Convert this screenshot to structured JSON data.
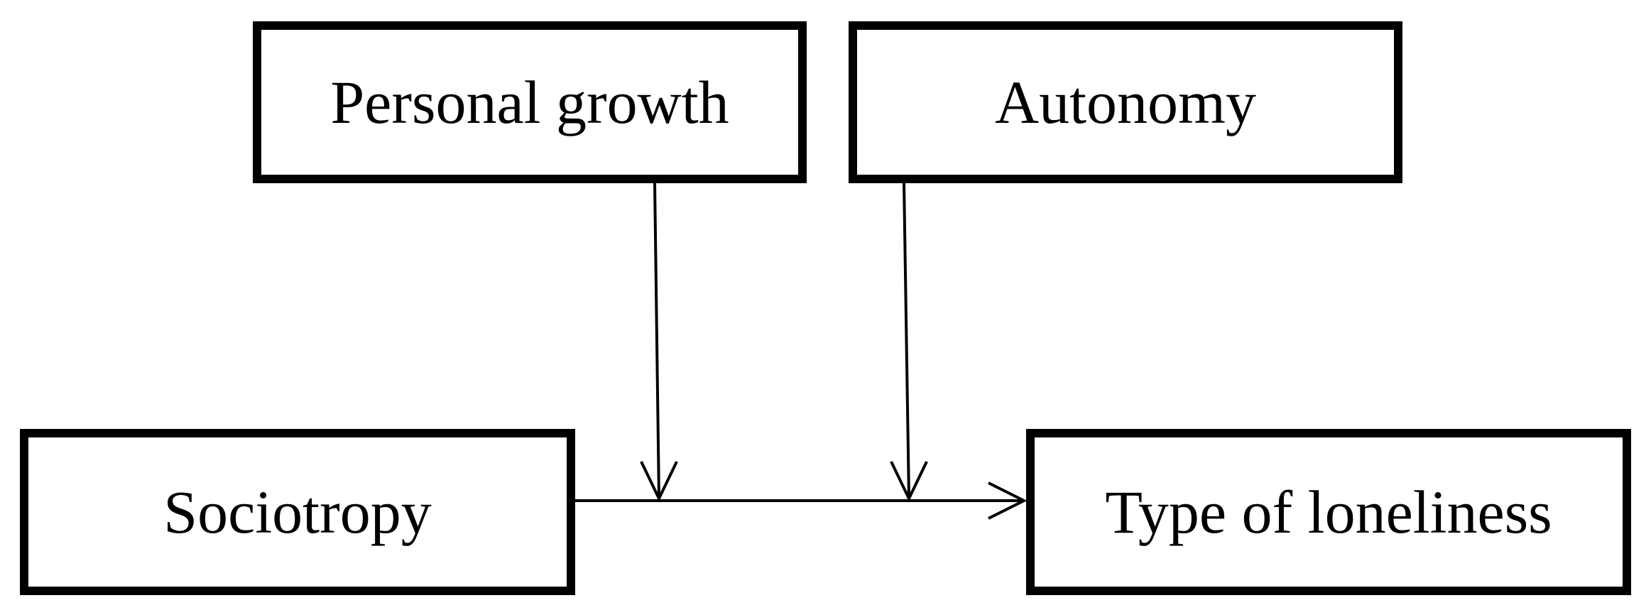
{
  "diagram": {
    "nodes": {
      "personal_growth": "Personal growth",
      "autonomy": "Autonomy",
      "sociotropy": "Sociotropy",
      "type_of_loneliness": "Type of loneliness"
    },
    "edges": [
      {
        "from": "sociotropy",
        "to": "type_of_loneliness"
      },
      {
        "from": "personal_growth",
        "to": "sociotropy-type_of_loneliness-path"
      },
      {
        "from": "autonomy",
        "to": "sociotropy-type_of_loneliness-path"
      }
    ]
  }
}
